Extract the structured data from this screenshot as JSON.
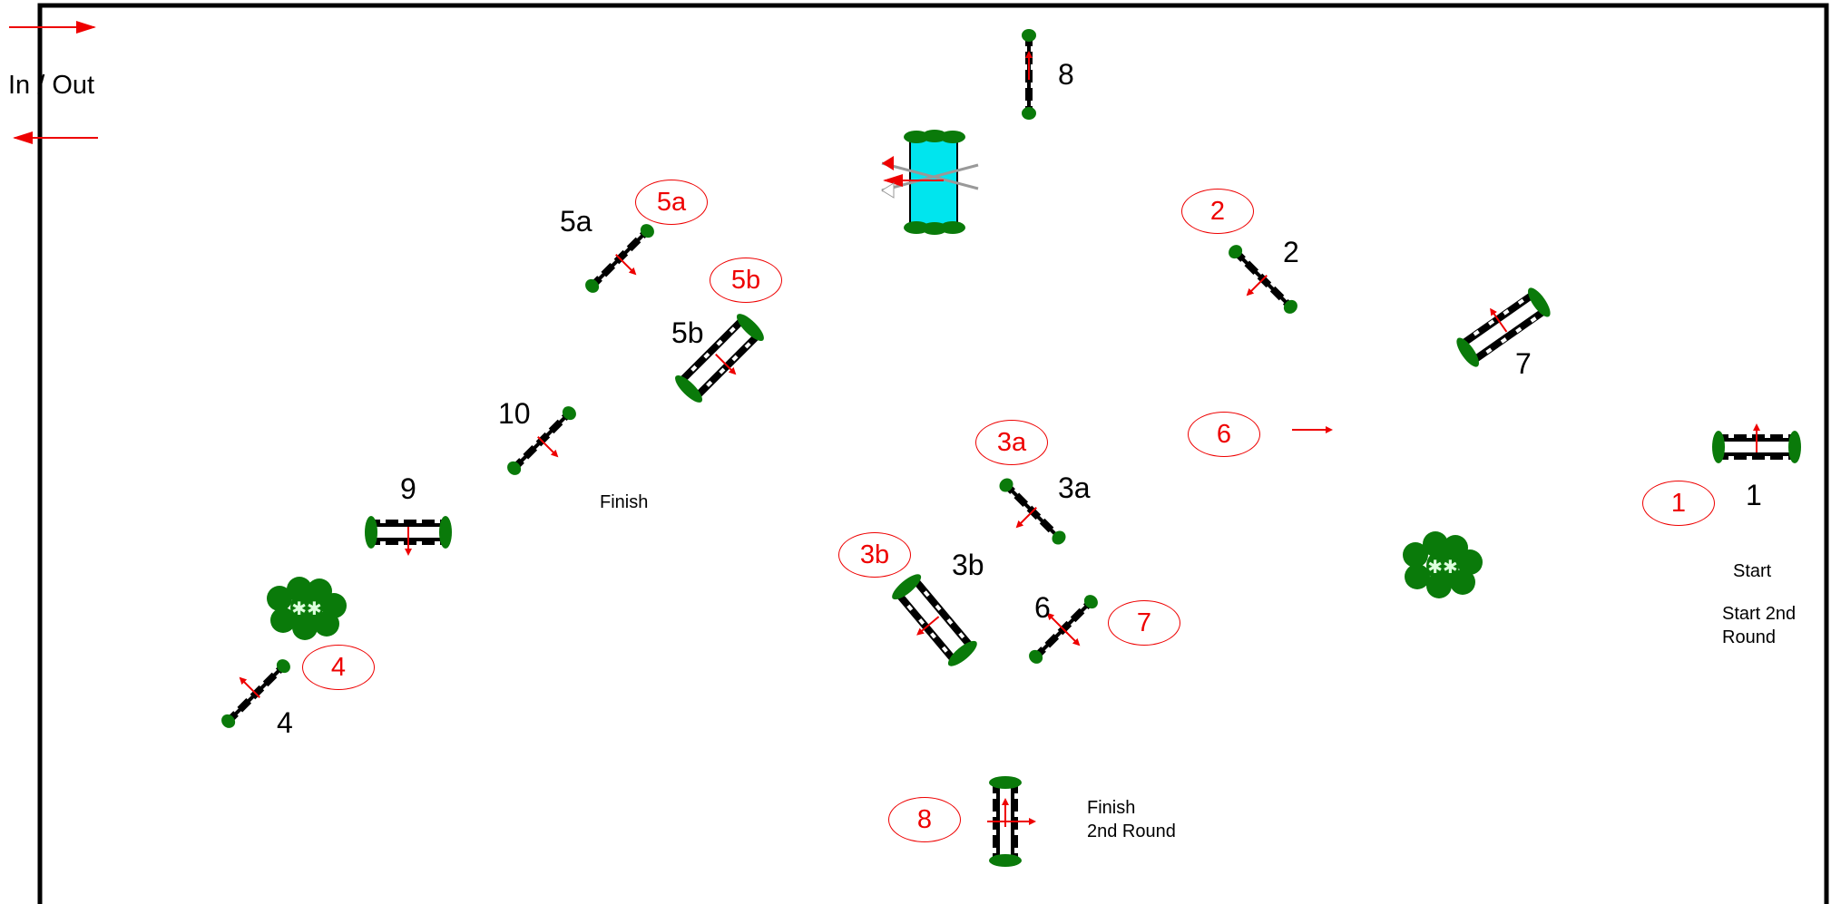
{
  "in_out_label": "In / Out",
  "colors": {
    "accent": "#e00000",
    "foliage": "#0a7a0a",
    "water": "#00e5ee",
    "border": "#000000"
  },
  "course_numbers": {
    "n1": "1",
    "n2": "2",
    "n3a": "3a",
    "n3b": "3b",
    "n4": "4",
    "n5a": "5a",
    "n5b": "5b",
    "n6": "6",
    "n7": "7",
    "n8": "8",
    "n9": "9",
    "n10": "10"
  },
  "second_round": {
    "r1": "1",
    "r2": "2",
    "r3a": "3a",
    "r3b": "3b",
    "r4": "4",
    "r5a": "5a",
    "r5b": "5b",
    "r6": "6",
    "r7": "7",
    "r8": "8"
  },
  "notes": {
    "start": "Start",
    "start_2nd_line1": "Start 2nd",
    "start_2nd_line2": "Round",
    "finish": "Finish",
    "finish_2nd_line1": "Finish",
    "finish_2nd_line2": "2nd Round"
  }
}
